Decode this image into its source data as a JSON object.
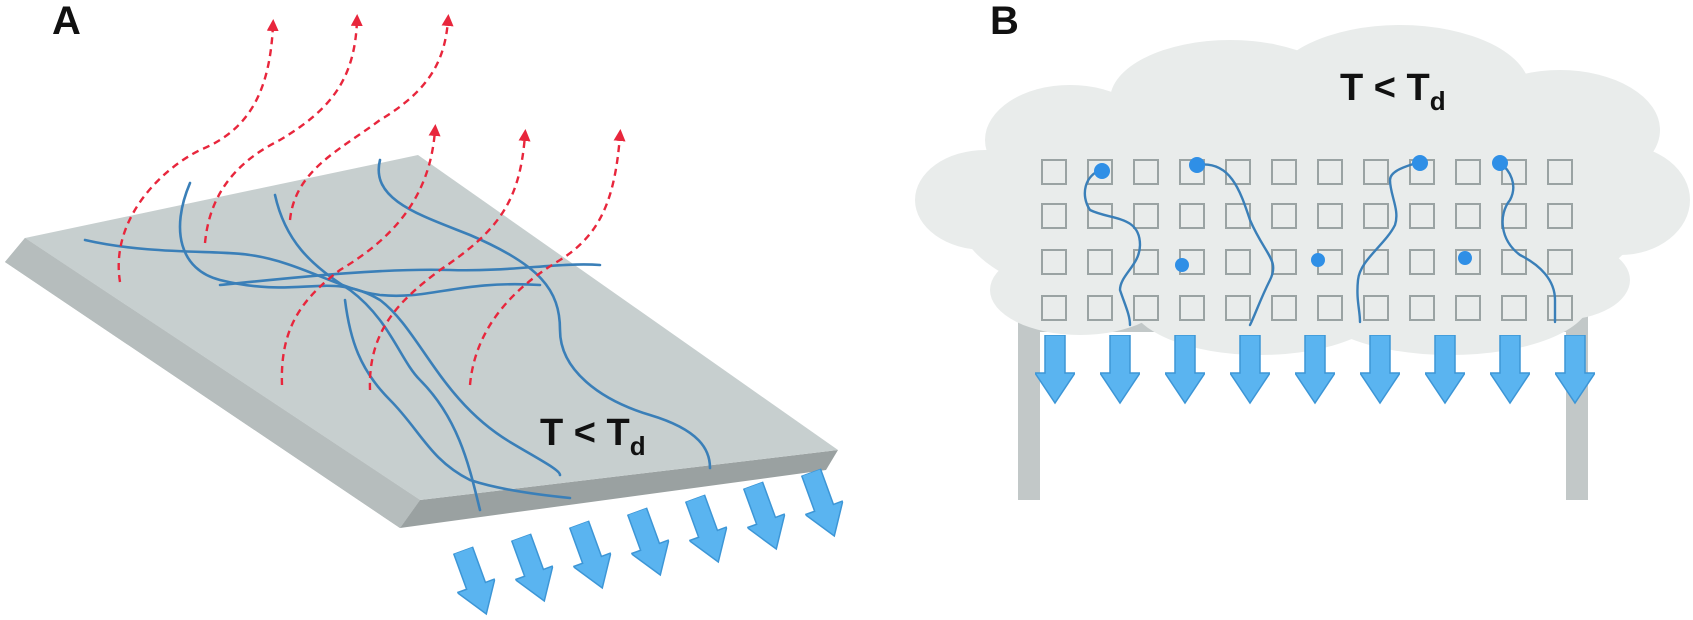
{
  "panels": [
    {
      "label": "A",
      "condition": {
        "main": "T < T",
        "subscript": "d"
      },
      "arrow_color": "#5ab4f0",
      "vapor_color": "#e8263c",
      "strand_color": "#3a7fb8",
      "plate_color": "#c5cccc"
    },
    {
      "label": "B",
      "condition": {
        "main": "T < T",
        "subscript": "d"
      },
      "arrow_color": "#5ab4f0",
      "strand_color": "#3a7fb8",
      "cloud_color": "#e9eceb",
      "grid_cell_color": "#9aa3a3",
      "particle_color": "#2f8fe6"
    }
  ]
}
